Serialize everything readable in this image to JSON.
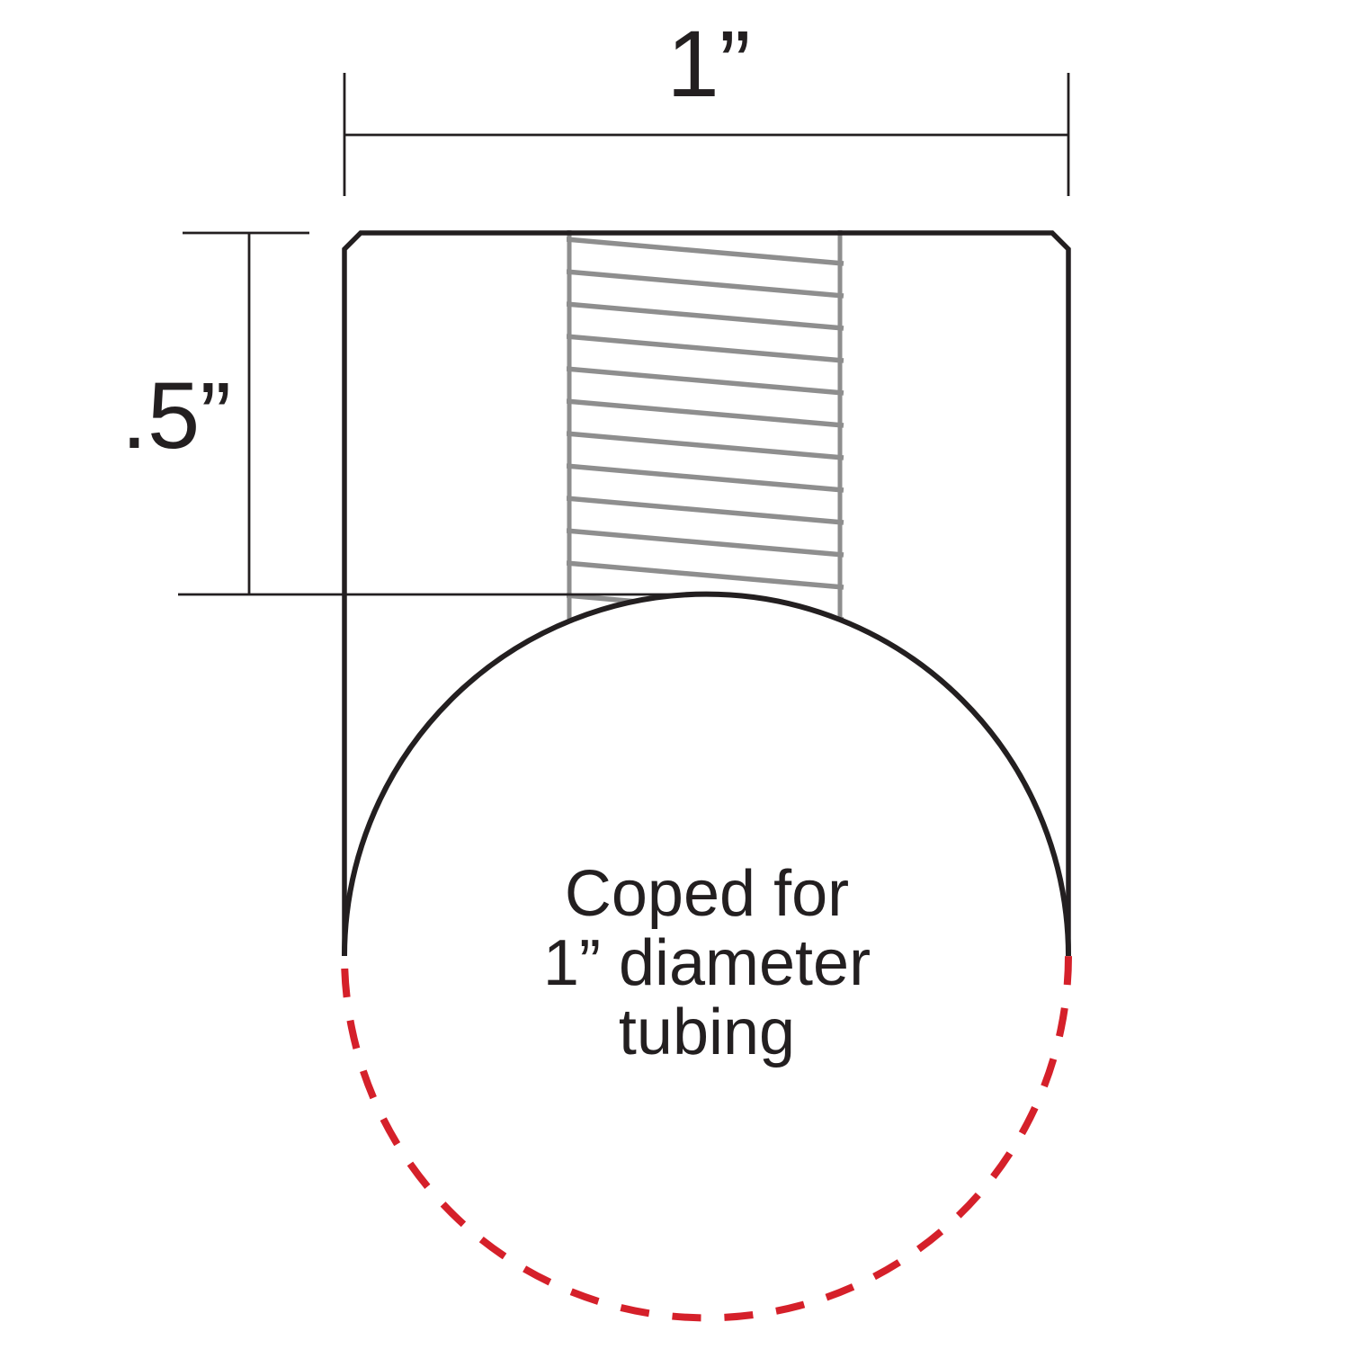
{
  "drawing": {
    "width_dimension": {
      "label": "1”"
    },
    "height_dimension": {
      "label": ".5”"
    },
    "cope_note": {
      "line1": "Coped for",
      "line2": "1” diameter",
      "line3": "tubing"
    }
  },
  "colors": {
    "outline": "#231f20",
    "thread_hatch": "#8e8e8e",
    "tube_dashed": "#d5202a",
    "background": "#ffffff"
  }
}
